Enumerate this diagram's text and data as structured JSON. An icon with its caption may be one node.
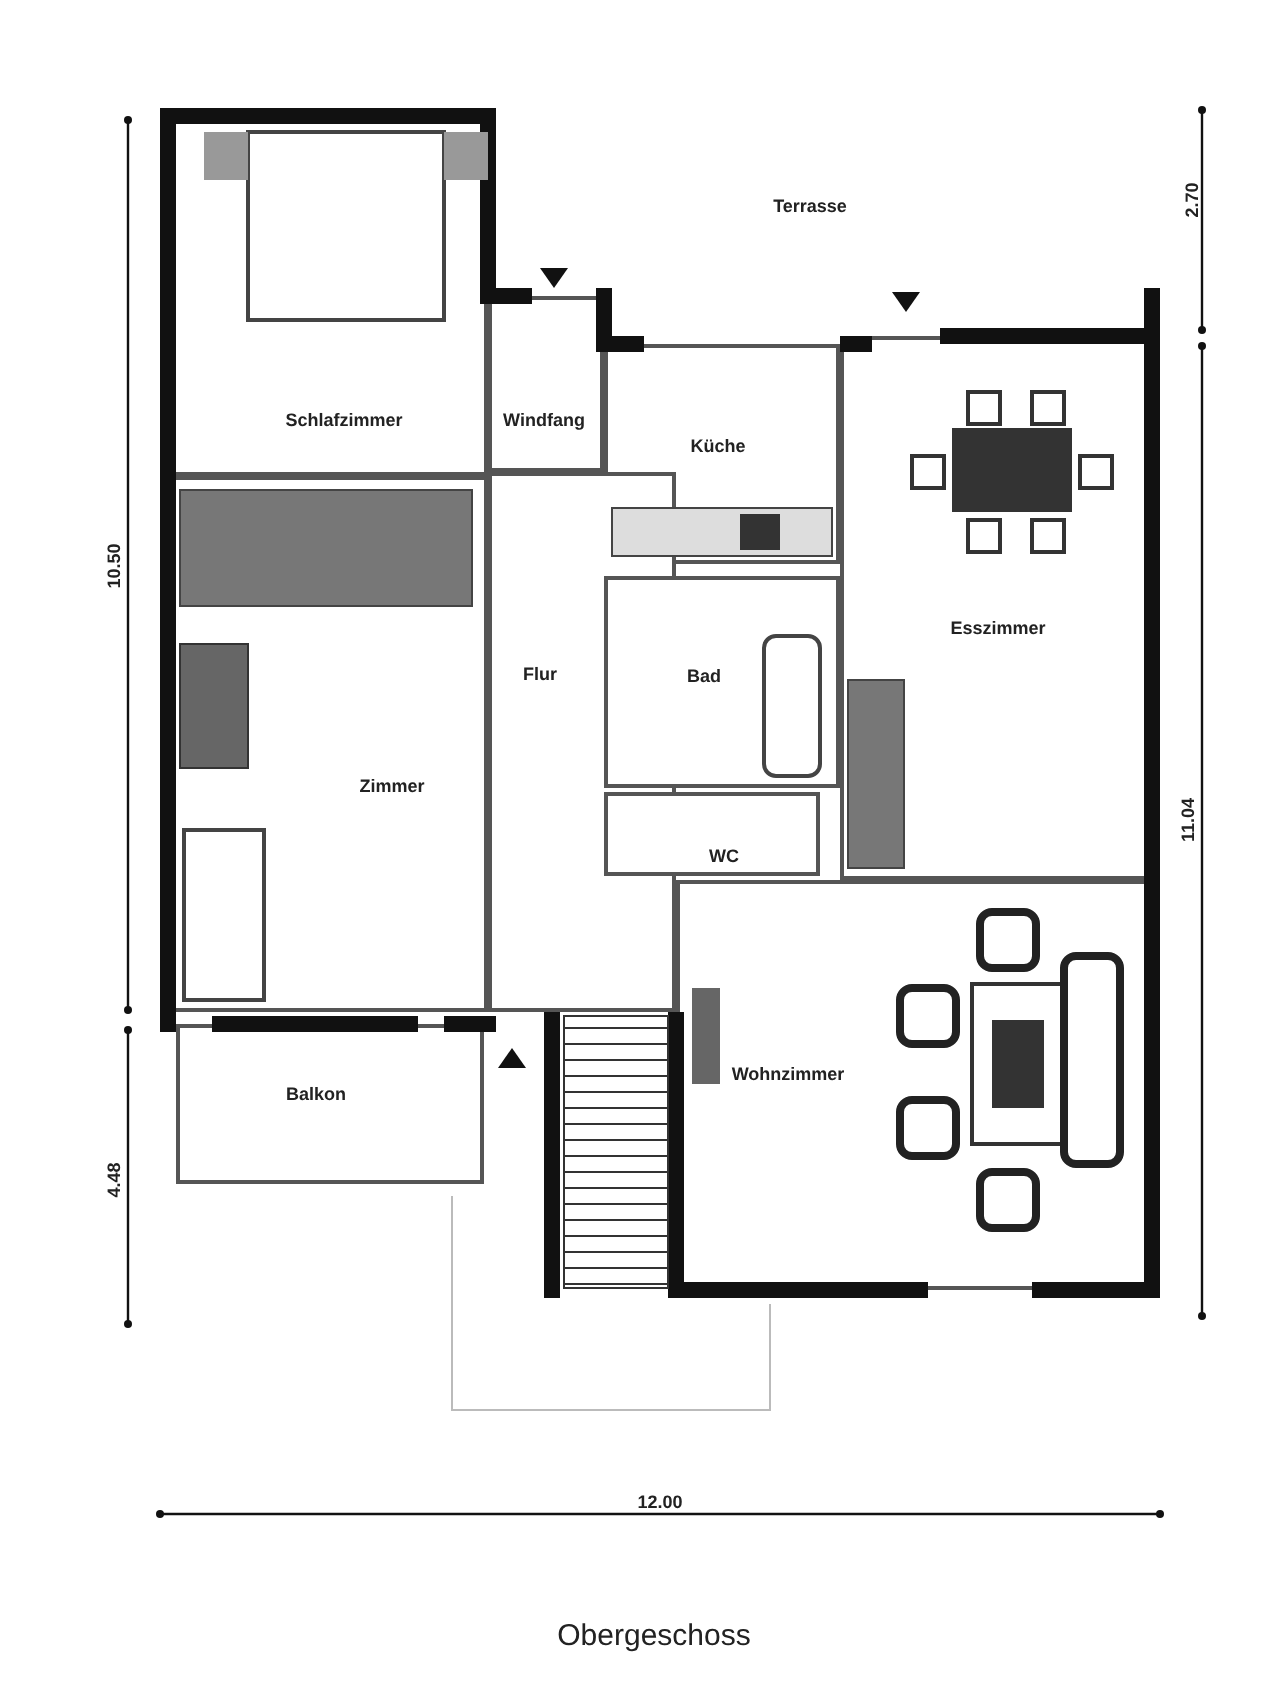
{
  "diagram": {
    "caption": "Obergeschoss",
    "nodes": [
      {
        "text": [
          "Schlafzimmer"
        ]
      },
      {
        "text": [
          "Windfang"
        ]
      },
      {
        "text": [
          "Küche"
        ]
      },
      {
        "text": [
          "Esszimmer"
        ]
      },
      {
        "text": [
          "Flur"
        ]
      },
      {
        "text": [
          "Bad"
        ]
      },
      {
        "text": [
          "Zimmer"
        ]
      },
      {
        "text": [
          "WC"
        ]
      },
      {
        "text": [
          "Wohnzimmer"
        ]
      },
      {
        "text": [
          "Balkon"
        ]
      }
    ],
    "labels": [
      "Terrasse",
      "2.70",
      "10.50",
      "11.04",
      "4.48",
      "12.00"
    ]
  }
}
